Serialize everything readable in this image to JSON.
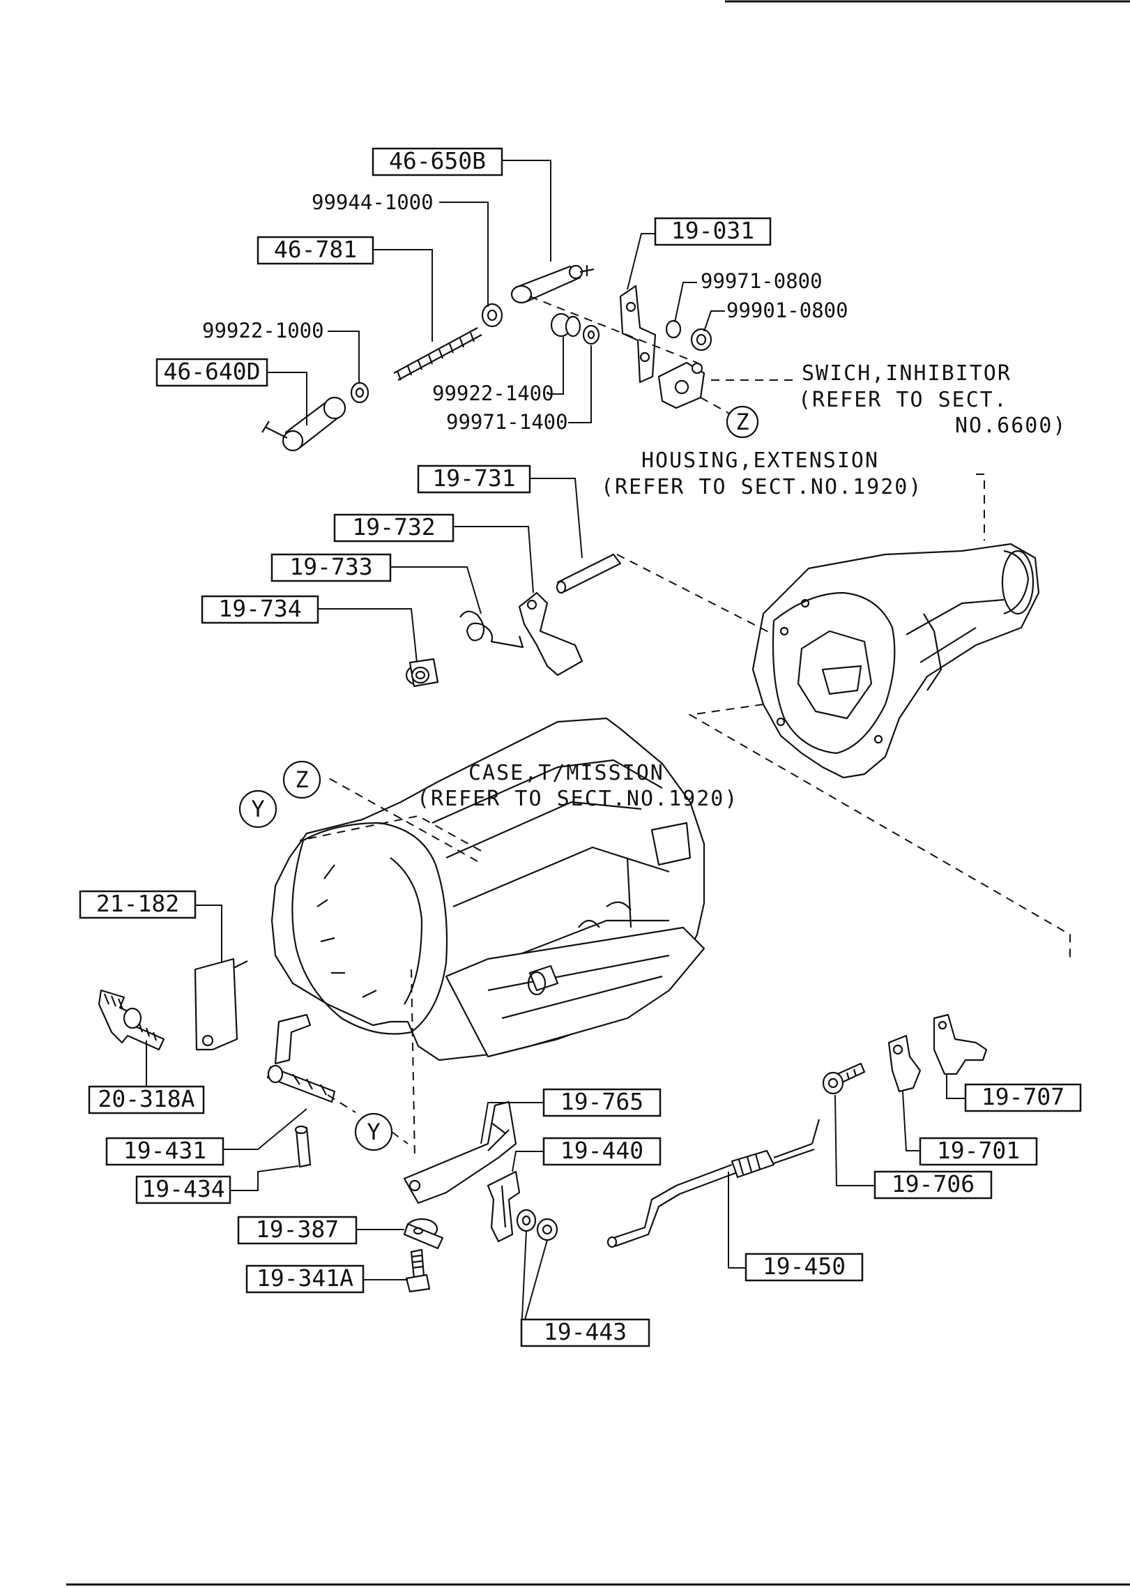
{
  "diagram": {
    "boxed_parts": [
      "46-650B",
      "19-031",
      "46-781",
      "46-640D",
      "19-731",
      "19-732",
      "19-733",
      "19-734",
      "21-182",
      "20-318A",
      "19-431",
      "19-434",
      "19-387",
      "19-341A",
      "19-765",
      "19-440",
      "19-443",
      "19-450",
      "19-706",
      "19-701",
      "19-707"
    ],
    "plain_parts": [
      "99944-1000",
      "99971-0800",
      "99901-0800",
      "99922-1000",
      "99922-1400",
      "99971-1400"
    ],
    "notes": {
      "switch_inhibitor": [
        "SWICH,INHIBITOR",
        "(REFER TO SECT.",
        "NO.6600)"
      ],
      "housing_extension": [
        "HOUSING,EXTENSION",
        "(REFER TO SECT.NO.1920)"
      ],
      "case_transmission": [
        "CASE,T/MISSION",
        "(REFER TO SECT.NO.1920)"
      ]
    },
    "refs": {
      "z": "Z",
      "y": "Y"
    }
  }
}
